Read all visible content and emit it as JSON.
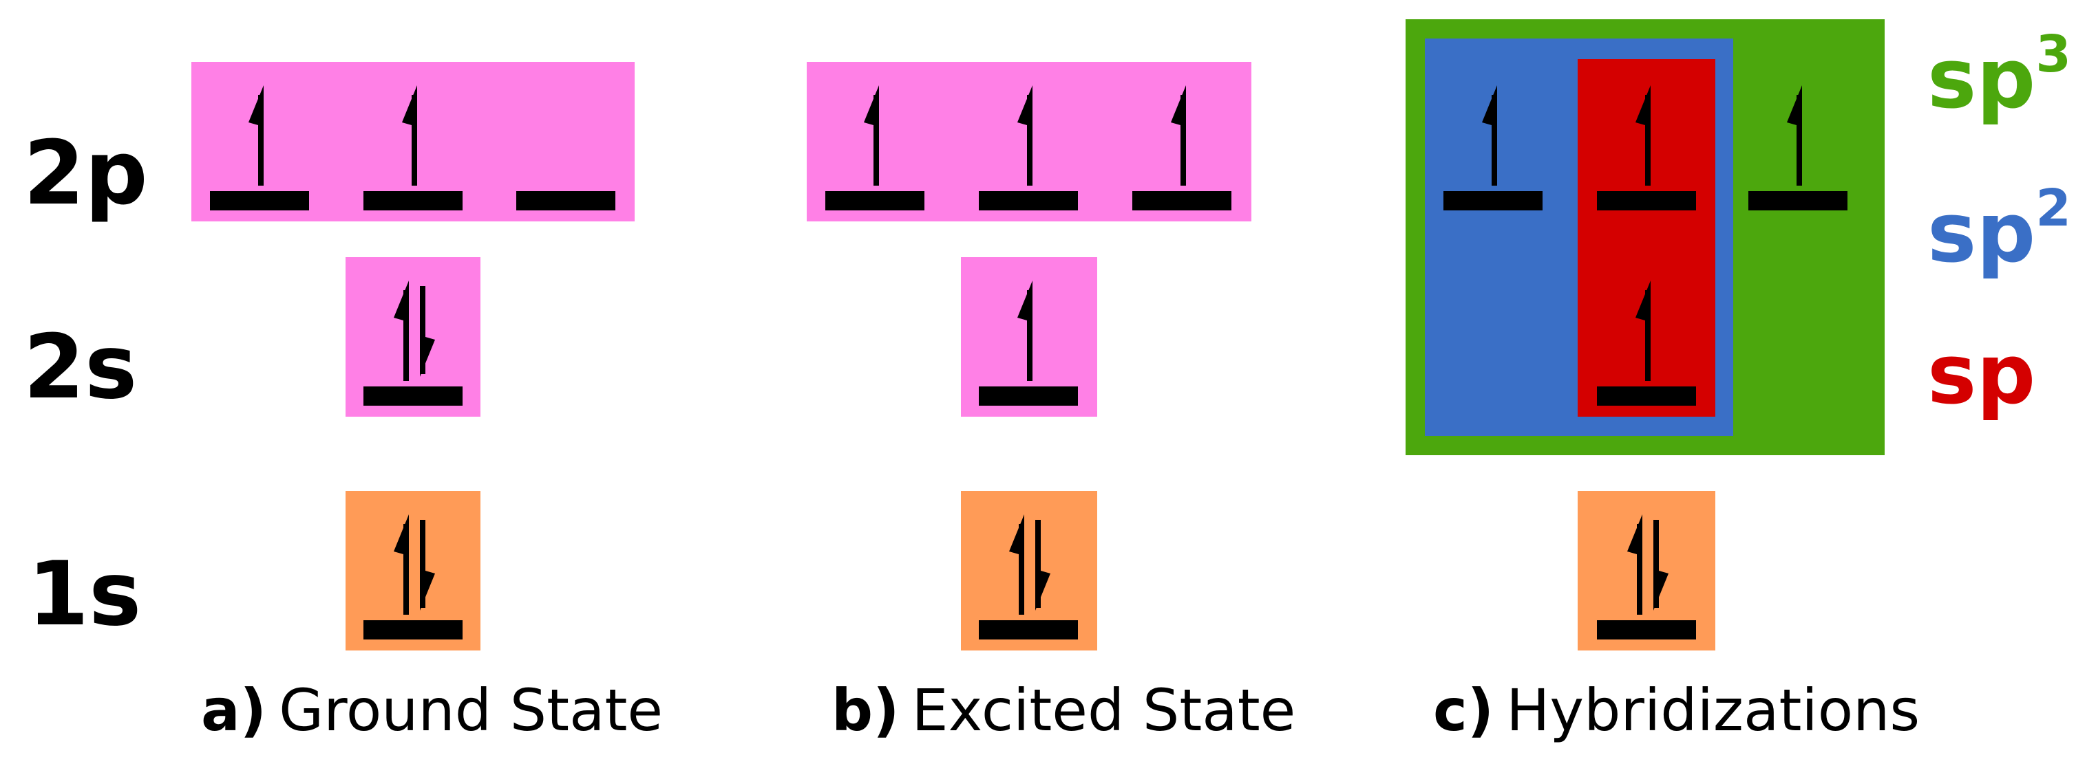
{
  "row_labels": {
    "p2": "2p",
    "s2": "2s",
    "s1": "1s"
  },
  "captions": {
    "a": {
      "letter": "a)",
      "text": "Ground State"
    },
    "b": {
      "letter": "b)",
      "text": "Excited State"
    },
    "c": {
      "letter": "c)",
      "text": "Hybridizations"
    }
  },
  "hybrid_labels": {
    "sp3": {
      "base": "sp",
      "sup": "3"
    },
    "sp2": {
      "base": "sp",
      "sup": "2"
    },
    "sp": {
      "base": "sp",
      "sup": ""
    }
  },
  "electron_occupancy": {
    "ground_state": {
      "1s": "up-down",
      "2s": "up-down",
      "2p": [
        "up",
        "up",
        "empty"
      ]
    },
    "excited_state": {
      "1s": "up-down",
      "2s": "up",
      "2p": [
        "up",
        "up",
        "up"
      ]
    },
    "hybridizations": {
      "1s": "up-down",
      "hybrid_2s": "up",
      "hybrid_2p": [
        "up",
        "up",
        "up"
      ]
    }
  },
  "colors": {
    "valence_box": "#ff80e6",
    "core_box": "#ff9b57",
    "sp3": "#4ca70d",
    "sp2": "#3a6fc6",
    "sp": "#d40000",
    "line": "#000000"
  }
}
